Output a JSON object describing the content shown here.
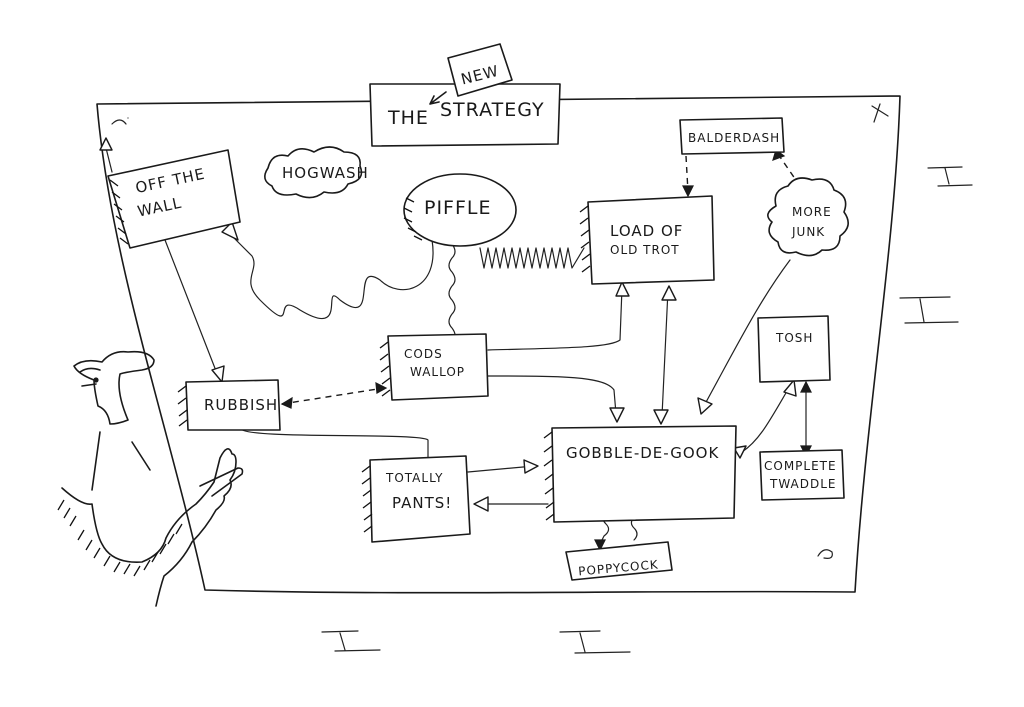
{
  "title": {
    "the": "THE",
    "new": "NEW",
    "strategy": "STRATEGY"
  },
  "nodes": {
    "off_the_wall": [
      "OFF THE",
      "WALL"
    ],
    "hogwash": "HOGWASH",
    "piffle": "PIFFLE",
    "load_of_old_trot": [
      "LOAD OF",
      "OLD TROT"
    ],
    "balderdash": "BALDERDASH",
    "more_junk": [
      "MORE",
      "JUNK"
    ],
    "cods_wallop": [
      "CODS",
      "WALLOP"
    ],
    "rubbish": "RUBBISH",
    "tosh": "TOSH",
    "gobble_de_gook": "GOBBLE-DE-GOOK",
    "complete_twaddle": [
      "COMPLETE",
      "TWADDLE"
    ],
    "totally_pants": [
      "TOTALLY",
      "PANTS!"
    ],
    "poppycock": "POPPYCOCK"
  },
  "wall_marks": [
    "I I",
    "I I",
    "I I",
    "I I"
  ]
}
